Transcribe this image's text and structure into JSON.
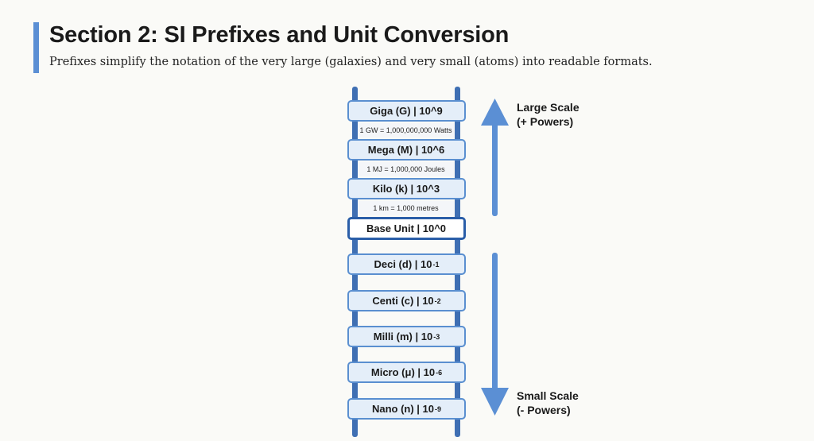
{
  "header": {
    "title": "Section 2: SI Prefixes and Unit Conversion",
    "subtitle": "Prefixes simplify the notation of the very large (galaxies) and very small (atoms) into readable formats."
  },
  "ladder": {
    "rungs": [
      {
        "label": "Giga (G) | 10^9",
        "sup": ""
      },
      {
        "label": "Mega (M) | 10^6",
        "sup": ""
      },
      {
        "label": "Kilo (k) | 10^3",
        "sup": ""
      },
      {
        "label": "Base Unit | 10^0",
        "sup": ""
      },
      {
        "label": "Deci (d) | 10",
        "sup": "-1"
      },
      {
        "label": "Centi (c) | 10",
        "sup": "-2"
      },
      {
        "label": "Milli (m) | 10",
        "sup": "-3"
      },
      {
        "label": "Micro (μ) | 10",
        "sup": "-6"
      },
      {
        "label": "Nano (n) | 10",
        "sup": "-9"
      }
    ],
    "conversions": [
      "1 GW = 1,000,000,000 Watts",
      "1 MJ = 1,000,000 Joules",
      "1 km = 1,000 metres"
    ]
  },
  "scales": {
    "large": {
      "line1": "Large Scale",
      "line2": "(+ Powers)"
    },
    "small": {
      "line1": "Small Scale",
      "line2": "(- Powers)"
    }
  },
  "colors": {
    "rail": "#3f6fb3",
    "rung_border": "#5a8fd0",
    "rung_fill": "#e4eef9",
    "arrow": "#5b8fd4"
  }
}
